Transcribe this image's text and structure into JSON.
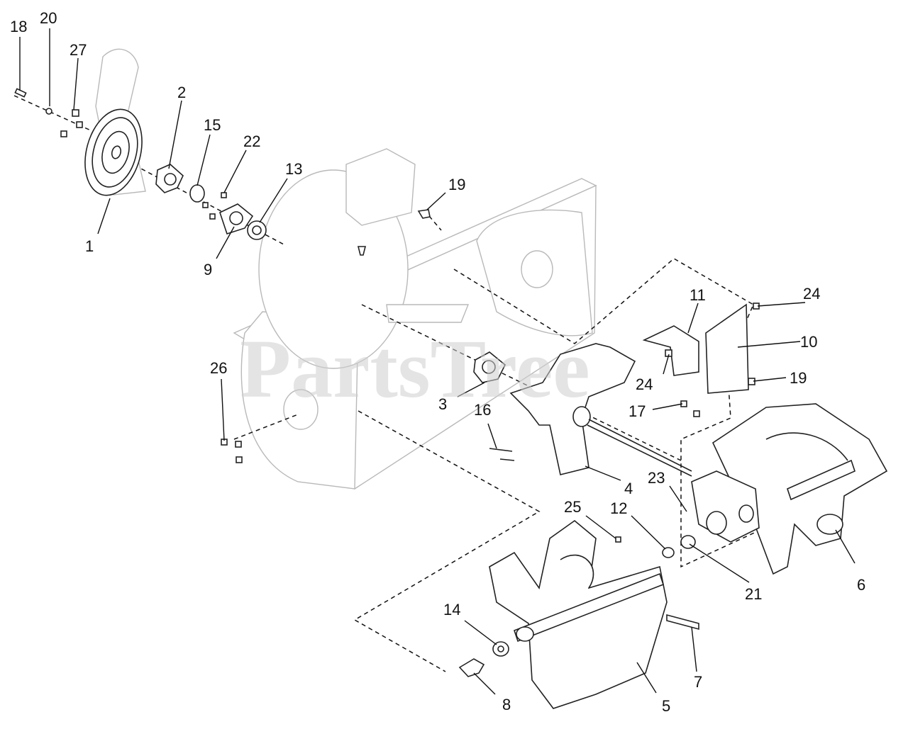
{
  "watermark": "PartsTree",
  "callouts": [
    {
      "id": "1",
      "label": "1"
    },
    {
      "id": "2",
      "label": "2"
    },
    {
      "id": "3",
      "label": "3"
    },
    {
      "id": "4",
      "label": "4"
    },
    {
      "id": "5",
      "label": "5"
    },
    {
      "id": "6",
      "label": "6"
    },
    {
      "id": "7",
      "label": "7"
    },
    {
      "id": "8",
      "label": "8"
    },
    {
      "id": "9",
      "label": "9"
    },
    {
      "id": "10",
      "label": "10"
    },
    {
      "id": "11",
      "label": "11"
    },
    {
      "id": "12",
      "label": "12"
    },
    {
      "id": "13",
      "label": "13"
    },
    {
      "id": "14",
      "label": "14"
    },
    {
      "id": "15",
      "label": "15"
    },
    {
      "id": "16",
      "label": "16"
    },
    {
      "id": "17",
      "label": "17"
    },
    {
      "id": "18",
      "label": "18"
    },
    {
      "id": "19a",
      "label": "19"
    },
    {
      "id": "19b",
      "label": "19"
    },
    {
      "id": "20",
      "label": "20"
    },
    {
      "id": "21",
      "label": "21"
    },
    {
      "id": "22",
      "label": "22"
    },
    {
      "id": "23",
      "label": "23"
    },
    {
      "id": "24a",
      "label": "24"
    },
    {
      "id": "24b",
      "label": "24"
    },
    {
      "id": "25",
      "label": "25"
    },
    {
      "id": "26",
      "label": "26"
    },
    {
      "id": "27",
      "label": "27"
    }
  ]
}
